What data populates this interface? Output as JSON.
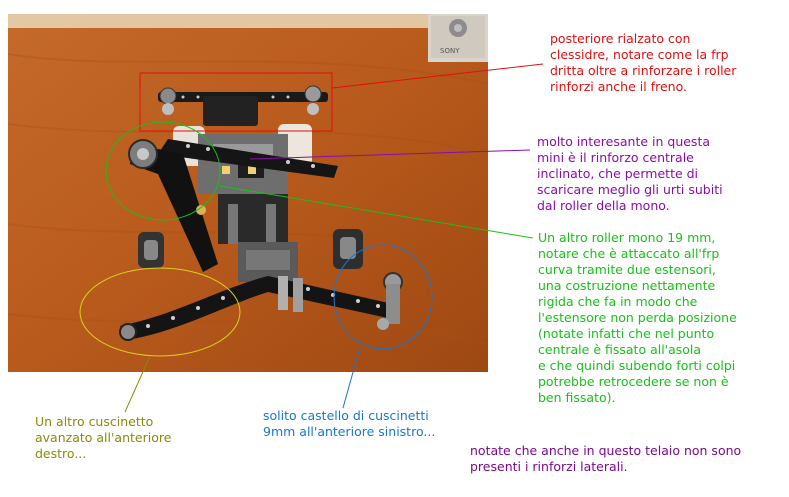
{
  "annotations": {
    "rear": {
      "text": "posteriore rialzato con\nclessidre, notare come la frp\ndritta oltre a rinforzare i roller\nrinforzi anche il freno.",
      "color": "#e01010"
    },
    "center": {
      "text": "molto interesante in questa\nmini è il rinforzo centrale\ninclinato, che permette di\nscaricare meglio gli urti subiti\ndal roller della mono.",
      "color": "#8a0ca8"
    },
    "roller": {
      "text": "Un altro roller mono 19 mm,\nnotare che è attaccato all'frp\ncurva tramite due estensori,\nuna costruzione nettamente\nrigida che fa in modo che\nl'estensore non perda posizione\n(notate infatti che nel punto\ncentrale è fissato all'asola\ne che quindi subendo forti colpi\npotrebbe retrocedere se non è\nben fissato).",
      "color": "#18c018"
    },
    "right_front": {
      "text": "Un altro cuscinetto\navanzato all'anteriore\ndestro...",
      "color": "#8a8a0a"
    },
    "left_front": {
      "text": "solito castello di cuscinetti\n9mm all'anteriore sinistro...",
      "color": "#1877d0"
    },
    "bottom": {
      "text": "notate che anche in questo telaio non sono\npresenti i rinforzi laterali.",
      "color": "#7a0a8a"
    }
  },
  "photo": {
    "background_label": "SONY"
  }
}
